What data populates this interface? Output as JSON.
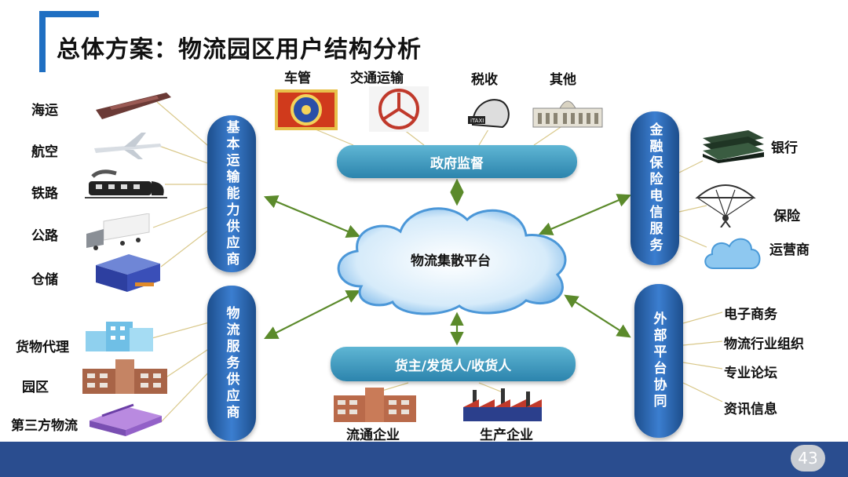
{
  "title": "总体方案：物流园区用户结构分析",
  "page_number": "43",
  "center": {
    "label": "物流集散平台"
  },
  "government": {
    "label": "政府监督",
    "items": [
      "车管",
      "交通运输",
      "税收",
      "其他"
    ]
  },
  "shippers": {
    "label": "货主/发货人/收货人",
    "items": [
      "流通企业",
      "生产企业"
    ]
  },
  "transport_capacity": {
    "label": "基本运输能力供应商",
    "items": [
      "海运",
      "航空",
      "铁路",
      "公路",
      "仓储"
    ]
  },
  "logistics_service": {
    "label": "物流服务供应商",
    "items": [
      "货物代理",
      "园区",
      "第三方物流"
    ]
  },
  "finance": {
    "label": "金融保险电信服务",
    "items": [
      "银行",
      "保险",
      "运营商"
    ]
  },
  "external": {
    "label": "外部平台协同",
    "items": [
      "电子商务",
      "物流行业组织",
      "专业论坛",
      "资讯信息"
    ]
  },
  "icons": {
    "government": [
      "police-badge-icon",
      "transport-logo-icon",
      "tax-icon",
      "government-building-icon"
    ],
    "shippers": [
      "trade-company-building-icon",
      "factory-icon"
    ],
    "transport": [
      "ship-icon",
      "airplane-icon",
      "train-icon",
      "truck-icon",
      "warehouse-icon"
    ],
    "service": [
      "office-buildings-icon",
      "park-building-icon",
      "third-party-logistics-icon"
    ],
    "finance": [
      "money-stack-icon",
      "parachute-icon",
      "cloud-icon"
    ]
  },
  "colors": {
    "footer": "#2a4d8f",
    "arrow": "#5b8a2b",
    "connector": "#d9c88a",
    "pill_light": "#4aa7cc",
    "pill_dark": "#1d4e8c"
  }
}
